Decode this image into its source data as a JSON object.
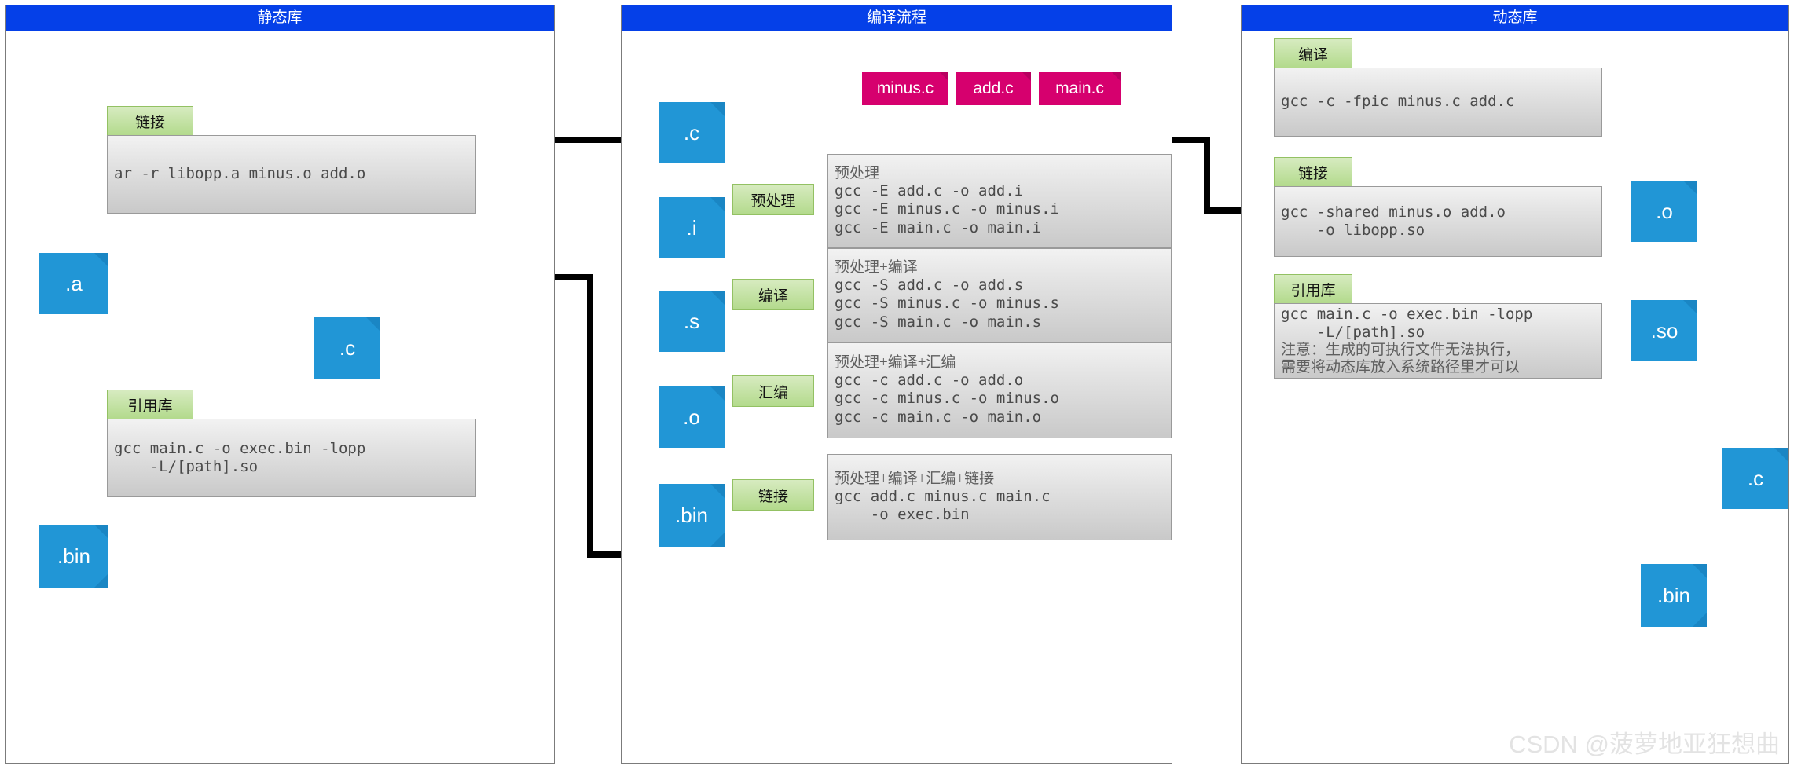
{
  "panels": {
    "static": {
      "title": "静态库",
      "link_label": "链接",
      "link_cmd": "ar -r libopp.a minus.o add.o",
      "ref_label": "引用库",
      "ref_cmd_line1": "gcc main.c -o exec.bin -lopp",
      "ref_cmd_line2": "    -L/[path].so",
      "nodes": {
        "a": ".a",
        "c": ".c",
        "bin": ".bin"
      }
    },
    "compile": {
      "title": "编译流程",
      "sources": [
        "minus.c",
        "add.c",
        "main.c"
      ],
      "nodes": {
        "c": ".c",
        "i": ".i",
        "s": ".s",
        "o": ".o",
        "bin": ".bin"
      },
      "steps": [
        {
          "label": "预处理",
          "heading": "预处理",
          "lines": [
            "gcc -E add.c -o add.i",
            "gcc -E minus.c -o minus.i",
            "gcc -E main.c -o main.i"
          ]
        },
        {
          "label": "编译",
          "heading": "预处理+编译",
          "lines": [
            "gcc -S add.c -o add.s",
            "gcc -S minus.c -o minus.s",
            "gcc -S main.c -o main.s"
          ]
        },
        {
          "label": "汇编",
          "heading": "预处理+编译+汇编",
          "lines": [
            "gcc -c add.c -o add.o",
            "gcc -c minus.c -o minus.o",
            "gcc -c main.c -o main.o"
          ]
        },
        {
          "label": "链接",
          "heading": "预处理+编译+汇编+链接",
          "lines": [
            "gcc add.c minus.c main.c",
            "    -o exec.bin"
          ]
        }
      ]
    },
    "dynamic": {
      "title": "动态库",
      "compile_label": "编译",
      "compile_cmd": "gcc -c -fpic minus.c add.c",
      "link_label": "链接",
      "link_cmd_line1": "gcc -shared minus.o add.o",
      "link_cmd_line2": "    -o libopp.so",
      "ref_label": "引用库",
      "ref_cmd_line1": "gcc main.c -o exec.bin -lopp",
      "ref_cmd_line2": "    -L/[path].so",
      "note_line1": "注意：生成的可执行文件无法执行，",
      "note_line2": "需要将动态库放入系统路径里才可以",
      "nodes": {
        "o": ".o",
        "so": ".so",
        "c": ".c",
        "bin": ".bin"
      }
    }
  },
  "watermark": "CSDN @菠萝地亚狂想曲",
  "colors": {
    "panel_header": "#0540e8",
    "file_node": "#2196d6",
    "source_node": "#d6006e",
    "step_label": "#b3da8c"
  }
}
